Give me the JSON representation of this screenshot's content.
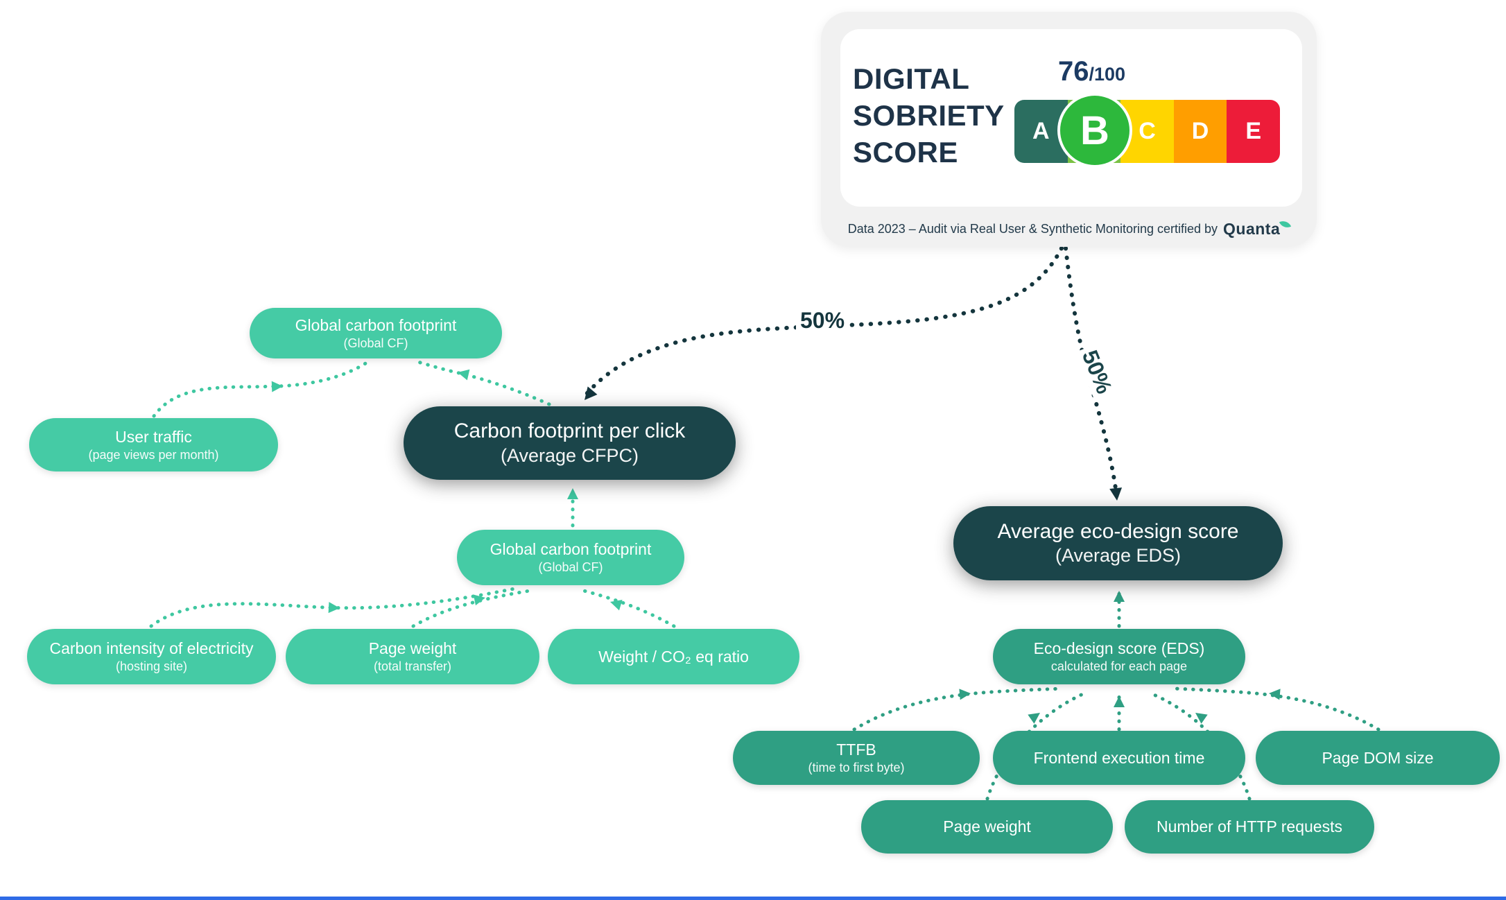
{
  "scorecard": {
    "title_lines": [
      "DIGITAL",
      "SOBRIETY",
      "SCORE"
    ],
    "score": "76",
    "score_max": "/100",
    "grades": [
      {
        "letter": "A",
        "color": "#2B6E60"
      },
      {
        "letter": "B",
        "color": "#2DB83C",
        "active": true
      },
      {
        "letter": "C",
        "color": "#FFD500"
      },
      {
        "letter": "D",
        "color": "#FF9E00"
      },
      {
        "letter": "E",
        "color": "#ED1C39"
      }
    ],
    "caption": "Data 2023 – Audit via Real User & Synthetic Monitoring certified by",
    "brand": "Quanta"
  },
  "edges": {
    "left_label": "50%",
    "right_label": "50%"
  },
  "nodes": {
    "global_cf_top": {
      "title": "Global carbon footprint",
      "subtitle": "(Global CF)"
    },
    "user_traffic": {
      "title": "User traffic",
      "subtitle": "(page views per month)"
    },
    "cfpc": {
      "title": "Carbon footprint per click",
      "subtitle": "(Average CFPC)"
    },
    "global_cf_mid": {
      "title": "Global carbon footprint",
      "subtitle": "(Global CF)"
    },
    "carbon_intensity": {
      "title": "Carbon intensity of electricity",
      "subtitle": "(hosting site)"
    },
    "page_weight_left": {
      "title": "Page weight",
      "subtitle": "(total transfer)"
    },
    "co2_ratio": {
      "title": "Weight / CO₂ eq ratio",
      "subtitle": ""
    },
    "avg_eds": {
      "title": "Average eco-design score",
      "subtitle": "(Average EDS)"
    },
    "eds": {
      "title": "Eco-design score (EDS)",
      "subtitle": "calculated for each page"
    },
    "ttfb": {
      "title": "TTFB",
      "subtitle": "(time to first byte)"
    },
    "frontend_time": {
      "title": "Frontend execution time",
      "subtitle": ""
    },
    "dom_size": {
      "title": "Page DOM size",
      "subtitle": ""
    },
    "page_weight_right": {
      "title": "Page weight",
      "subtitle": ""
    },
    "http_requests": {
      "title": "Number of HTTP requests",
      "subtitle": ""
    }
  },
  "colors": {
    "light_teal": "#45CBA5",
    "medium_teal": "#2F9F83",
    "dark_teal": "#1B454A",
    "dark_line": "#14353D",
    "navy_text": "#1C3B63",
    "bottom_bar_blue": "#2E6BE6"
  }
}
